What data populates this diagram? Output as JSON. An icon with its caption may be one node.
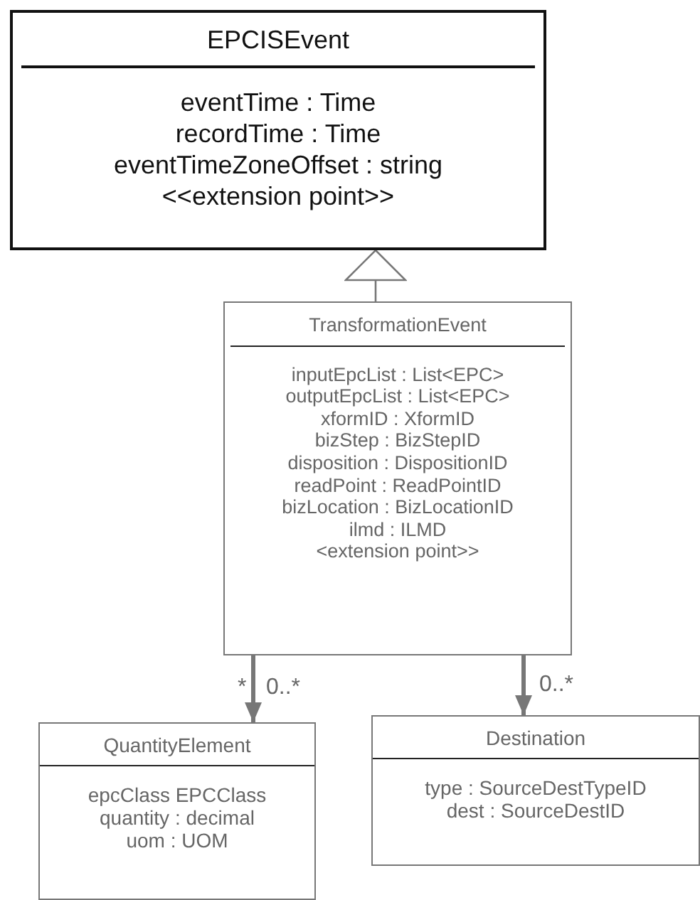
{
  "diagram": {
    "nodes": [
      {
        "text": [
          "EPCISEvent",
          "eventTime : Time",
          "recordTime : Time",
          "eventTimeZoneOffset : string",
          "<<extension point>>"
        ]
      },
      {
        "text": [
          "TransformationEvent",
          "inputEpcList : List<EPC>",
          "outputEpcList : List<EPC>",
          "xformID : XformID",
          "bizStep : BizStepID",
          "disposition : DispositionID",
          "readPoint : ReadPointID",
          "bizLocation : BizLocationID",
          "ilmd : ILMD",
          "<extension point>>"
        ]
      },
      {
        "text": [
          "QuantityElement",
          "epcClass EPCClass",
          "quantity : decimal",
          "uom : UOM"
        ]
      },
      {
        "text": [
          "Destination",
          "type : SourceDestTypeID",
          "dest : SourceDestID"
        ]
      }
    ],
    "edges": [
      {
        "from": 1,
        "to": 0,
        "arrow": "to"
      },
      {
        "from": 1,
        "to": 2,
        "arrow": "to",
        "label": "0..*"
      },
      {
        "from": 1,
        "to": 3,
        "arrow": "to",
        "label": "0..*"
      }
    ],
    "labels": [
      "*"
    ]
  }
}
